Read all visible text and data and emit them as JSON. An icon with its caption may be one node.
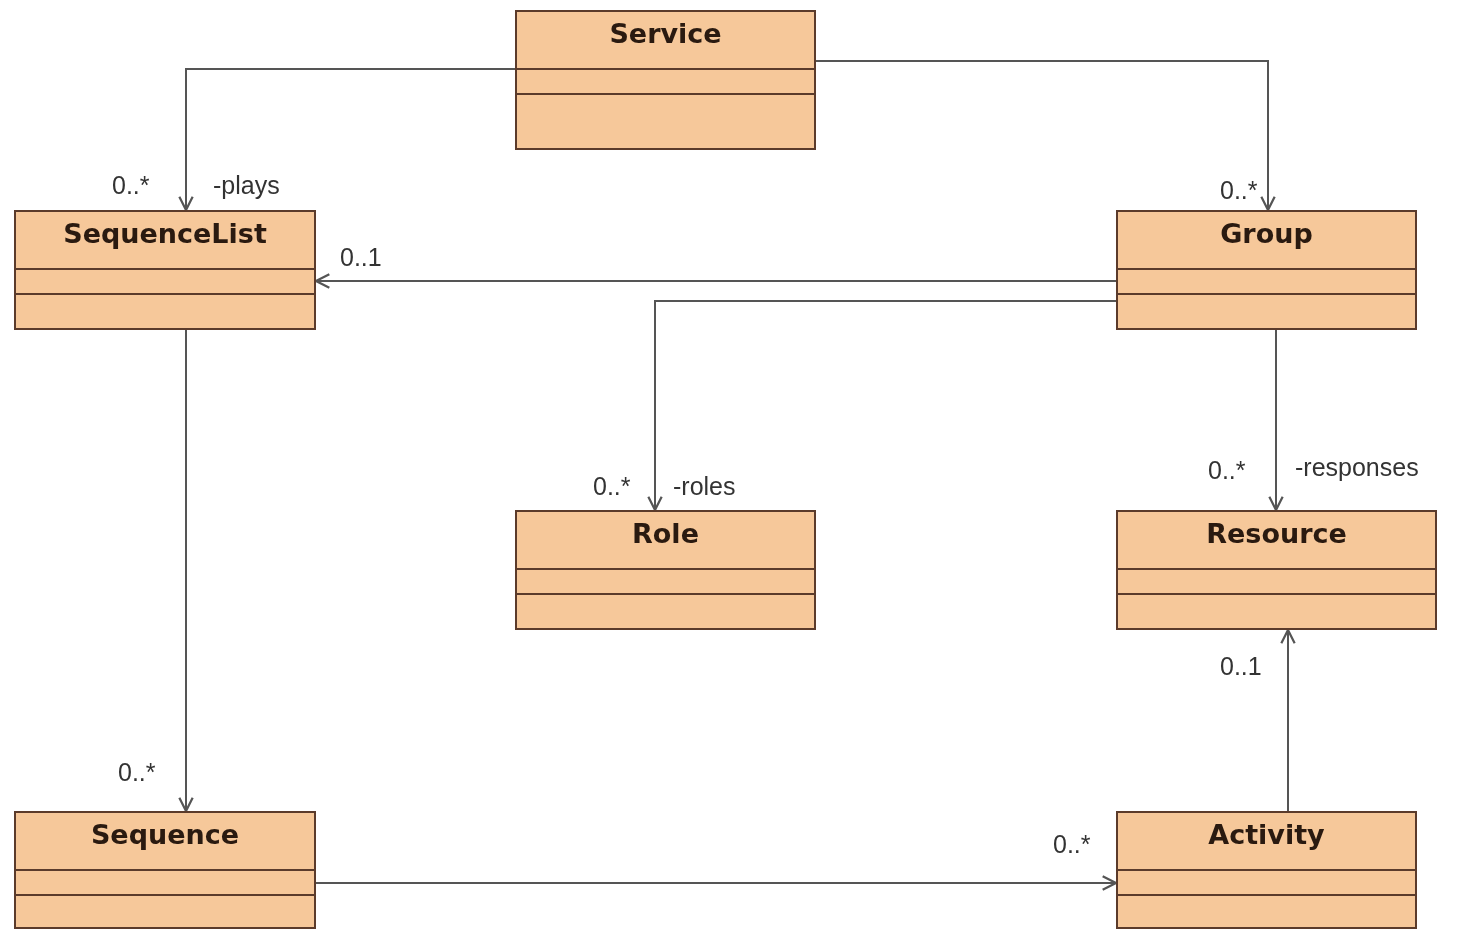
{
  "diagram": {
    "nodes": [
      {
        "text": [
          "Service"
        ]
      },
      {
        "text": [
          "SequenceList"
        ]
      },
      {
        "text": [
          "Group"
        ]
      },
      {
        "text": [
          "Role"
        ]
      },
      {
        "text": [
          "Resource"
        ]
      },
      {
        "text": [
          "Sequence"
        ]
      },
      {
        "text": [
          "Activity"
        ]
      }
    ],
    "edges": [
      {
        "from": 0,
        "to": 1,
        "arrow": "to"
      },
      {
        "from": 0,
        "to": 2,
        "arrow": "to"
      },
      {
        "from": 2,
        "to": 1,
        "arrow": "to"
      },
      {
        "from": 2,
        "to": 3,
        "arrow": "to"
      },
      {
        "from": 2,
        "to": 4,
        "arrow": "to"
      },
      {
        "from": 1,
        "to": 5,
        "arrow": "to"
      },
      {
        "from": 5,
        "to": 6,
        "arrow": "to"
      },
      {
        "from": 6,
        "to": 4,
        "arrow": "to"
      }
    ],
    "labels": [
      "0..*",
      "-plays",
      "0..*",
      "0..1",
      "0..*",
      "-roles",
      "0..*",
      "-responses",
      "0..1",
      "0..*",
      "0..*"
    ]
  }
}
